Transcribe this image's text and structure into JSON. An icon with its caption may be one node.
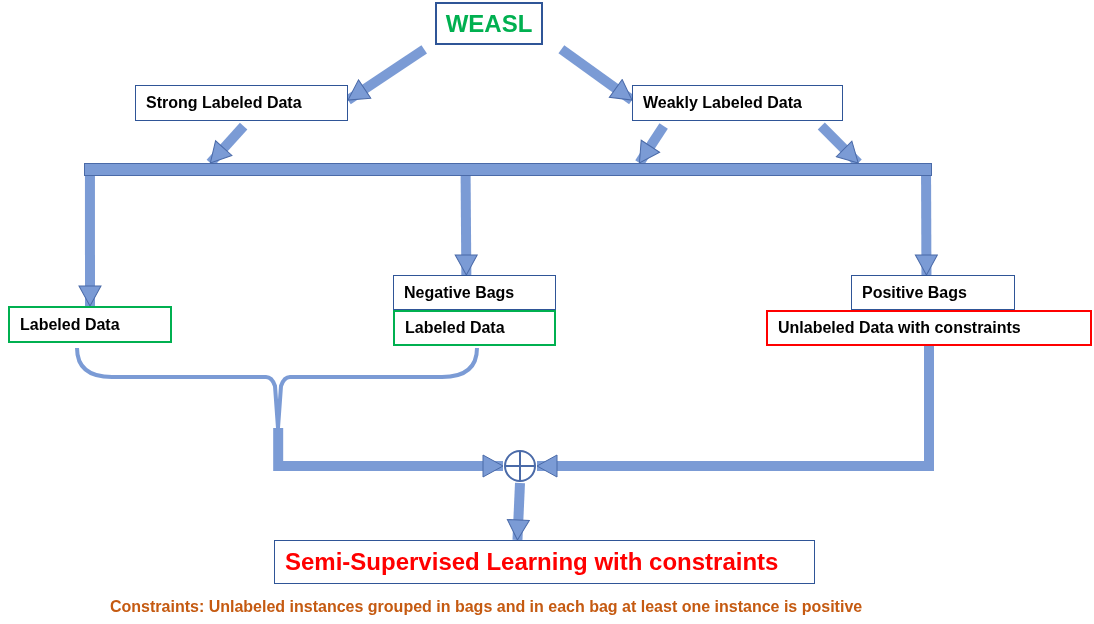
{
  "diagram": {
    "nodes": [
      {
        "text": [
          "WEASL"
        ]
      },
      {
        "text": [
          "Strong Labeled Data"
        ]
      },
      {
        "text": [
          "Weakly Labeled Data"
        ]
      },
      {
        "text": [],
        "shape": "bar"
      },
      {
        "text": [
          "Labeled Data"
        ]
      },
      {
        "text": [
          "Negative Bags"
        ]
      },
      {
        "text": [
          "Labeled Data"
        ]
      },
      {
        "text": [
          "Positive Bags"
        ]
      },
      {
        "text": [
          "Unlabeled Data with constraints"
        ]
      },
      {
        "text": [],
        "shape": "bracket"
      },
      {
        "text": [],
        "shape": "circle"
      },
      {
        "text": [
          "Semi-Supervised Learning with constraints"
        ]
      }
    ],
    "edges": [
      {
        "from": 0,
        "to": 1,
        "arrow": "to"
      },
      {
        "from": 0,
        "to": 2,
        "arrow": "to"
      },
      {
        "from": 1,
        "to": 3,
        "arrow": "to"
      },
      {
        "from": 2,
        "to": 3,
        "arrow": "to"
      },
      {
        "from": 2,
        "to": 3,
        "arrow": "to"
      },
      {
        "from": 3,
        "to": 4,
        "arrow": "to"
      },
      {
        "from": 3,
        "to": 5,
        "arrow": "to"
      },
      {
        "from": 3,
        "to": 7,
        "arrow": "to"
      },
      {
        "from": 9,
        "to": 10,
        "arrow": "to"
      },
      {
        "from": 8,
        "to": 10,
        "arrow": "to"
      },
      {
        "from": 10,
        "to": 11,
        "arrow": "to"
      }
    ],
    "labels": [
      "Constraints: Unlabeled instances grouped in bags and in each bag at least one instance is positive"
    ]
  }
}
